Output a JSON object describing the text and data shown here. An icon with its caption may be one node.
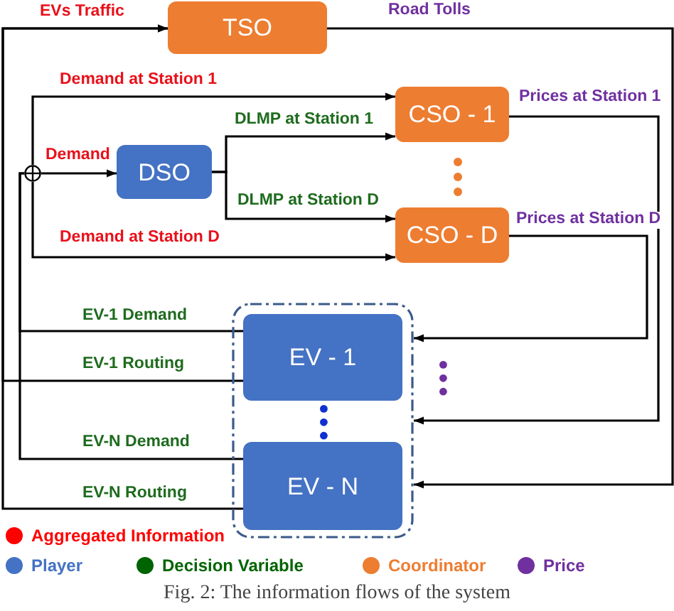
{
  "diagram": {
    "caption": "Fig. 2: The information flows of the system",
    "nodes": [
      {
        "text": [
          "TSO"
        ]
      },
      {
        "text": [
          "CSO - 1"
        ]
      },
      {
        "text": [
          "DSO"
        ]
      },
      {
        "text": [
          "CSO - D"
        ]
      },
      {
        "text": [],
        "shape": "box"
      },
      {
        "text": [
          "EV - 1"
        ],
        "in": 4
      },
      {
        "text": [
          "EV - N"
        ],
        "in": 4
      },
      {
        "text": [],
        "shape": "circle"
      }
    ],
    "edges": [
      {
        "from": 5,
        "to": 0,
        "arrow": "to",
        "label": "EV-1 Routing"
      },
      {
        "from": 6,
        "to": 0,
        "arrow": "to",
        "label": "EV-N Routing"
      },
      {
        "from": 5,
        "to": 7,
        "arrow": "none",
        "label": "EV-1 Demand"
      },
      {
        "from": 6,
        "to": 7,
        "arrow": "none",
        "label": "EV-N Demand"
      },
      {
        "from": 7,
        "to": 2,
        "arrow": "to",
        "label": "Demand"
      },
      {
        "from": 7,
        "to": 1,
        "arrow": "to",
        "label": "Demand at Station 1"
      },
      {
        "from": 7,
        "to": 3,
        "arrow": "to",
        "label": "Demand at Station D"
      },
      {
        "from": 2,
        "to": 1,
        "arrow": "to",
        "label": "DLMP at Station 1"
      },
      {
        "from": 2,
        "to": 3,
        "arrow": "to",
        "label": "DLMP at Station D"
      },
      {
        "from": 0,
        "to": 4,
        "arrow": "to",
        "label": "Road Tolls"
      },
      {
        "from": 1,
        "to": 4,
        "arrow": "to",
        "label": "Prices at Station 1"
      },
      {
        "from": 3,
        "to": 4,
        "arrow": "to",
        "label": "Prices at Station D"
      }
    ],
    "labels": [
      "EVs Traffic"
    ],
    "legend": [
      {
        "text": "Aggregated Information",
        "color": "#ff0000"
      },
      {
        "text": "Player",
        "color": "#4472c4"
      },
      {
        "text": "Decision Variable",
        "color": "#006400"
      },
      {
        "text": "Coordinator",
        "color": "#ed7d31"
      },
      {
        "text": "Price",
        "color": "#7030a0"
      }
    ]
  }
}
